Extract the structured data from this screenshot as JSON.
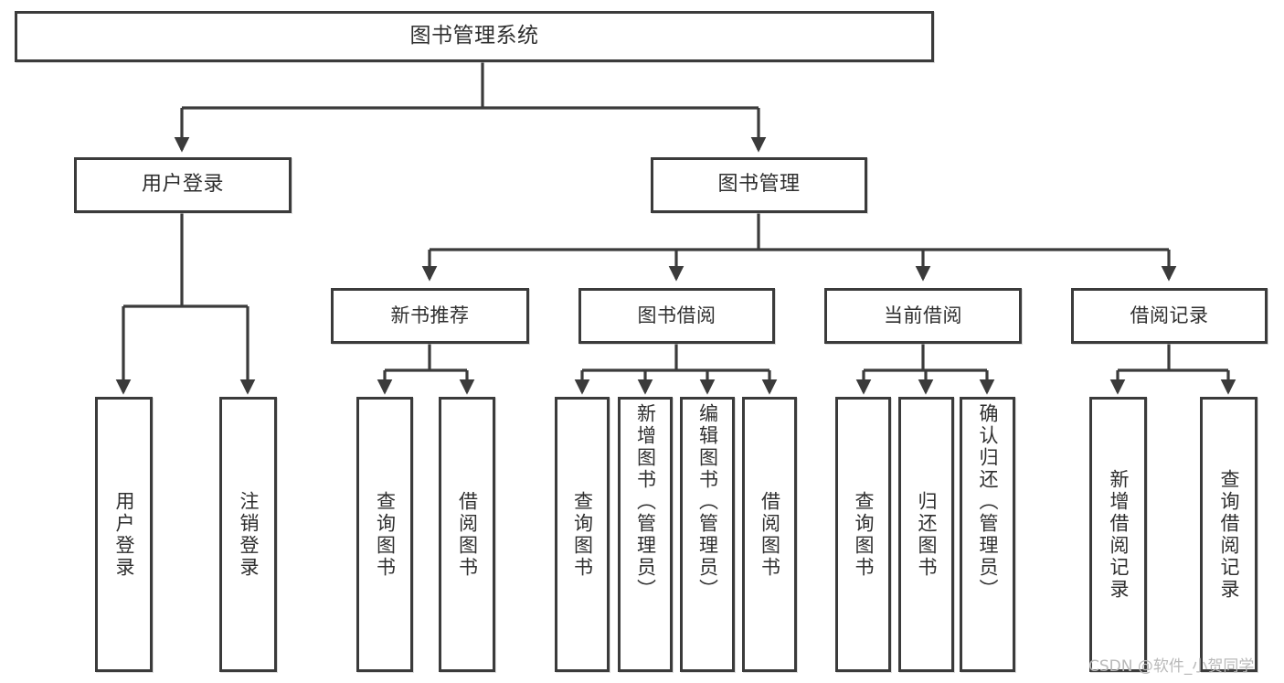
{
  "diagram": {
    "type": "tree",
    "title": "图书管理系统",
    "orientation": "top-down",
    "line_color": "#3b3b3b",
    "box_fill": "#ffffff",
    "text_color": "#2f2f2f",
    "root": {
      "label": "图书管理系统"
    },
    "level2": [
      {
        "label": "用户登录"
      },
      {
        "label": "图书管理"
      }
    ],
    "level3": [
      {
        "label": "新书推荐"
      },
      {
        "label": "图书借阅"
      },
      {
        "label": "当前借阅"
      },
      {
        "label": "借阅记录"
      }
    ],
    "leaves": {
      "user_login": [
        {
          "label": "用户登录"
        },
        {
          "label": "注销登录"
        }
      ],
      "new_book_recommend": [
        {
          "label": "查询图书"
        },
        {
          "label": "借阅图书"
        }
      ],
      "book_borrow": [
        {
          "label": "查询图书"
        },
        {
          "label": "新增图书（管理员）"
        },
        {
          "label": "编辑图书（管理员）"
        },
        {
          "label": "借阅图书"
        }
      ],
      "current_borrow": [
        {
          "label": "查询图书"
        },
        {
          "label": "归还图书"
        },
        {
          "label": "确认归还（管理员）"
        }
      ],
      "borrow_record": [
        {
          "label": "新增借阅记录"
        },
        {
          "label": "查询借阅记录"
        }
      ]
    }
  },
  "watermark": {
    "text": "CSDN @软件_小贺同学"
  }
}
